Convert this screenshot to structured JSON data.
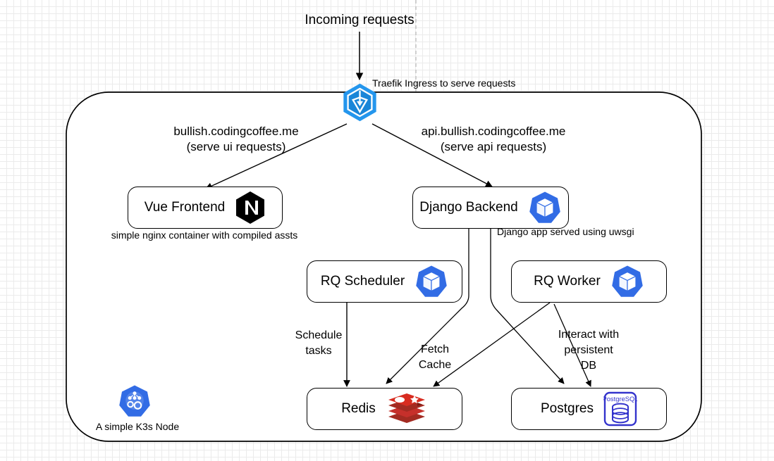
{
  "diagram": {
    "title_label": "Incoming requests",
    "ingress_note": "Traefik Ingress to serve requests",
    "ui_route_line1": "bullish.codingcoffee.me",
    "ui_route_line2": "(serve ui requests)",
    "api_route_line1": "api.bullish.codingcoffee.me",
    "api_route_line2": "(serve api requests)",
    "frontend_note": "simple nginx container with compiled assts",
    "backend_note": "Django app served using uwsgi",
    "schedule_edge_line1": "Schedule",
    "schedule_edge_line2": "tasks",
    "cache_edge_line1": "Fetch",
    "cache_edge_line2": "Cache",
    "db_edge_line1": "Interact with",
    "db_edge_line2": "persistent",
    "db_edge_line3": "DB",
    "node_k3s_note": "A simple K3s Node"
  },
  "nodes": {
    "frontend": {
      "label": "Vue Frontend",
      "icon": "nginx-icon"
    },
    "backend": {
      "label": "Django Backend",
      "icon": "kubernetes-pod-icon"
    },
    "scheduler": {
      "label": "RQ Scheduler",
      "icon": "kubernetes-pod-icon"
    },
    "worker": {
      "label": "RQ Worker",
      "icon": "kubernetes-pod-icon"
    },
    "redis": {
      "label": "Redis",
      "icon": "redis-icon"
    },
    "postgres": {
      "label": "Postgres",
      "icon": "postgresql-icon"
    }
  },
  "icons": {
    "traefik": "traefik-icon",
    "k3s": "k3s-node-icon",
    "postgres_badge_text": "PostgreSQL"
  },
  "colors": {
    "traefik_blue": "#2496ed",
    "kubernetes_blue": "#326ce5",
    "nginx_black": "#000000",
    "redis_red": "#b11c17",
    "postgres_blue": "#3333cc",
    "stroke": "#000000",
    "grid_minor": "#ebebeb",
    "grid_major": "#dcdcdc",
    "guide_dash": "#bbbbbb"
  }
}
